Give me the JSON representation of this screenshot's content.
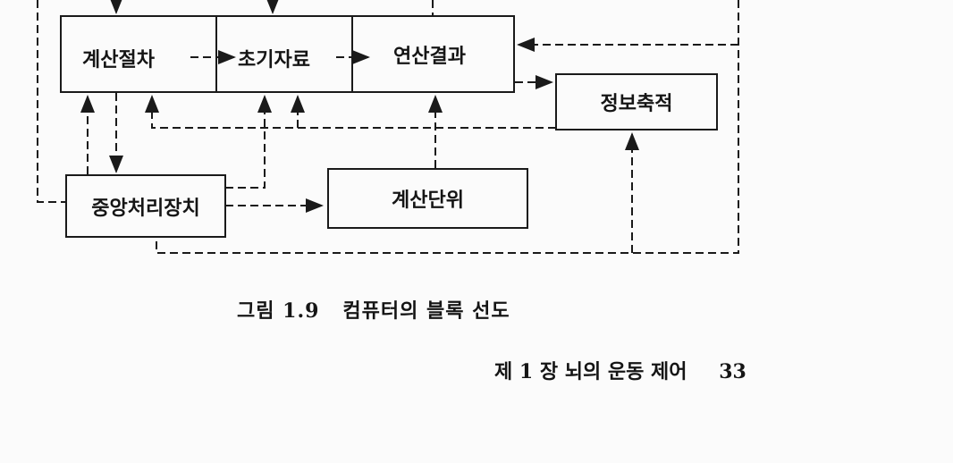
{
  "diagram": {
    "nodes": {
      "procedure": "계산절차",
      "initial_data": "초기자료",
      "result": "연산결과",
      "storage": "정보축적",
      "cpu": "중앙처리장치",
      "compute_unit": "계산단위"
    }
  },
  "caption": "그림 1.9   컴퓨터의 블록 선도",
  "footer": {
    "chapter": "제 1 장 뇌의 운동 제어",
    "page_number": "33"
  }
}
